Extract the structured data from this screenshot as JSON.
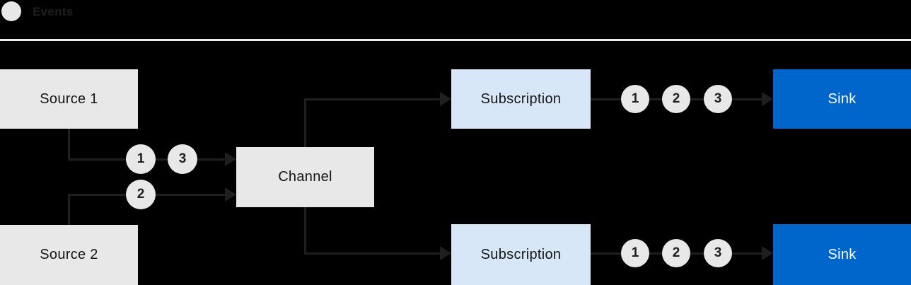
{
  "legend": {
    "label": "Events"
  },
  "colors": {
    "background": "#000000",
    "node_gray": "#e8e8e8",
    "node_light_blue": "#d7e7f8",
    "node_blue": "#0066cc",
    "line": "#1f1f1f",
    "divider": "#ededed",
    "text_dark": "#151515",
    "text_on_blue": "#ffffff"
  },
  "nodes": {
    "source1": {
      "label": "Source 1"
    },
    "source2": {
      "label": "Source 2"
    },
    "channel": {
      "label": "Channel"
    },
    "subscription_top": {
      "label": "Subscription"
    },
    "subscription_bottom": {
      "label": "Subscription"
    },
    "sink_top": {
      "label": "Sink"
    },
    "sink_bottom": {
      "label": "Sink"
    }
  },
  "event_markers": {
    "source1_to_channel": [
      "1",
      "3"
    ],
    "source2_to_channel": [
      "2"
    ],
    "subscription_top_to_sink": [
      "1",
      "2",
      "3"
    ],
    "subscription_bottom_to_sink": [
      "1",
      "2",
      "3"
    ]
  }
}
